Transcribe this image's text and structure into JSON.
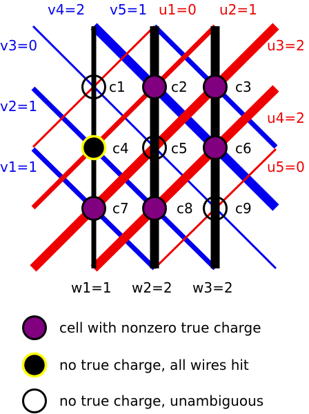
{
  "colors": {
    "v_wire": "#0000ee",
    "u_wire": "#ee0000",
    "w_wire": "#000000",
    "charged_cell": "#800080",
    "ambiguous_ring": "#ffff00",
    "ambiguous_fill": "#000000",
    "unambiguous_fill": "#ffffff"
  },
  "wires": {
    "v": [
      {
        "label": "v1=1",
        "value": 1
      },
      {
        "label": "v2=1",
        "value": 1
      },
      {
        "label": "v3=0",
        "value": 0
      },
      {
        "label": "v4=2",
        "value": 2
      },
      {
        "label": "v5=1",
        "value": 1
      }
    ],
    "u": [
      {
        "label": "u1=0",
        "value": 0
      },
      {
        "label": "u2=1",
        "value": 1
      },
      {
        "label": "u3=2",
        "value": 2
      },
      {
        "label": "u4=2",
        "value": 2
      },
      {
        "label": "u5=0",
        "value": 0
      }
    ],
    "w": [
      {
        "label": "w1=1",
        "value": 1
      },
      {
        "label": "w2=2",
        "value": 2
      },
      {
        "label": "w3=2",
        "value": 2
      }
    ]
  },
  "cells": [
    {
      "label": "c1",
      "state": "unambiguous"
    },
    {
      "label": "c2",
      "state": "charged"
    },
    {
      "label": "c3",
      "state": "charged"
    },
    {
      "label": "c4",
      "state": "ambiguous"
    },
    {
      "label": "c5",
      "state": "unambiguous"
    },
    {
      "label": "c6",
      "state": "charged"
    },
    {
      "label": "c7",
      "state": "charged"
    },
    {
      "label": "c8",
      "state": "charged"
    },
    {
      "label": "c9",
      "state": "unambiguous"
    }
  ],
  "legend": [
    {
      "state": "charged",
      "text": "cell with nonzero true charge"
    },
    {
      "state": "ambiguous",
      "text": "no true charge, all wires hit"
    },
    {
      "state": "unambiguous",
      "text": "no true charge, unambiguous"
    }
  ]
}
